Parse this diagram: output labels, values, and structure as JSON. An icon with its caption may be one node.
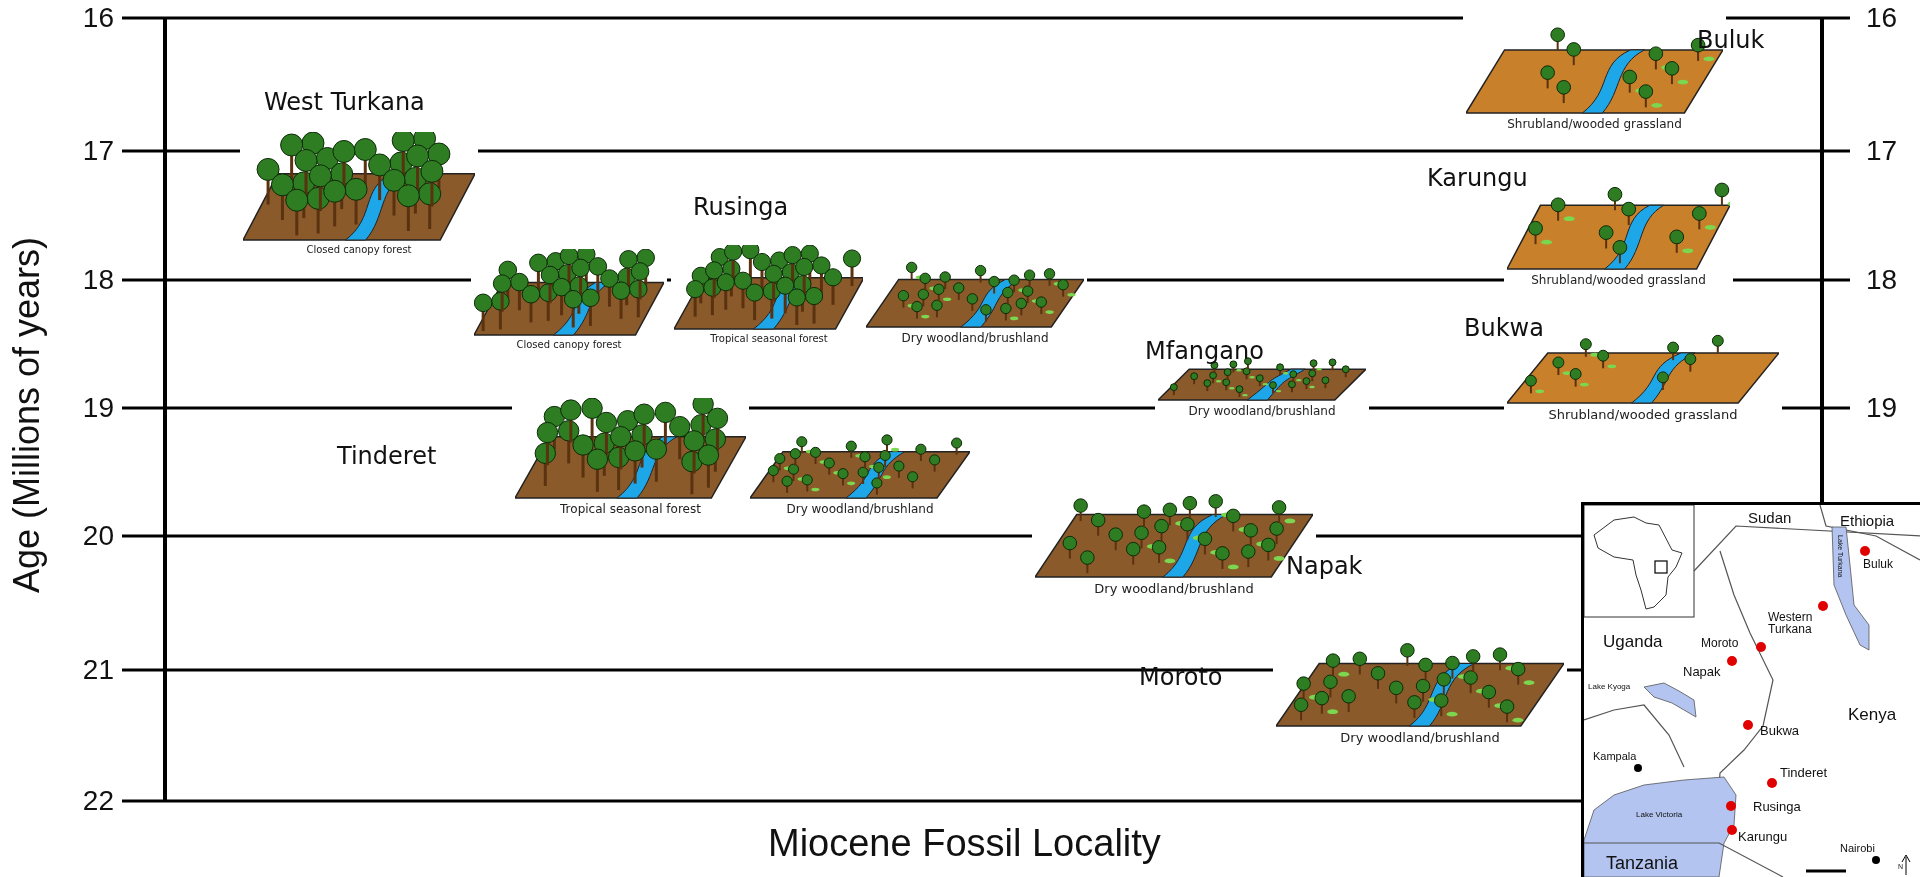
{
  "diagram": {
    "nodes": [
      {
        "text": [
          "Closed canopy forest"
        ]
      },
      {
        "text": [
          "Closed canopy forest"
        ]
      },
      {
        "text": [
          "Tropical seasonal forest"
        ]
      },
      {
        "text": [
          "Dry woodland/brushland"
        ]
      },
      {
        "text": [
          "Tropical seasonal forest"
        ]
      },
      {
        "text": [
          "Dry woodland/brushland"
        ]
      },
      {
        "text": [
          "Dry woodland/brushland"
        ]
      },
      {
        "text": [
          "Dry woodland/brushland"
        ]
      },
      {
        "text": [
          "Dry woodland/brushland"
        ]
      },
      {
        "text": [
          "Shrubland/wooded grassland"
        ]
      },
      {
        "text": [
          "Shrubland/wooded grassland"
        ]
      },
      {
        "text": [
          "Shrubland/wooded grassland"
        ]
      }
    ],
    "edges": [],
    "labels": [
      "Age (Millions of years)",
      "16",
      "17",
      "18",
      "19",
      "20",
      "21",
      "22",
      "16",
      "17",
      "18",
      "19",
      "Buluk",
      "West Turkana",
      "Karungu",
      "Rusinga",
      "Mfangano",
      "Bukwa",
      "Tinderet",
      "Napak",
      "Moroto",
      "Miocene Fossil Locality",
      "Sudan",
      "Ethiopia",
      "Lake Turkana",
      "Buluk",
      "Western Turkana",
      "Uganda",
      "Moroto",
      "Napak",
      "Lake Kyoga",
      "Kenya",
      "Bukwa",
      "Kampala",
      "Tinderet",
      "Rusinga",
      "Lake Victoria",
      "Karungu",
      "Nairobi",
      "Tanzania",
      "N"
    ]
  }
}
